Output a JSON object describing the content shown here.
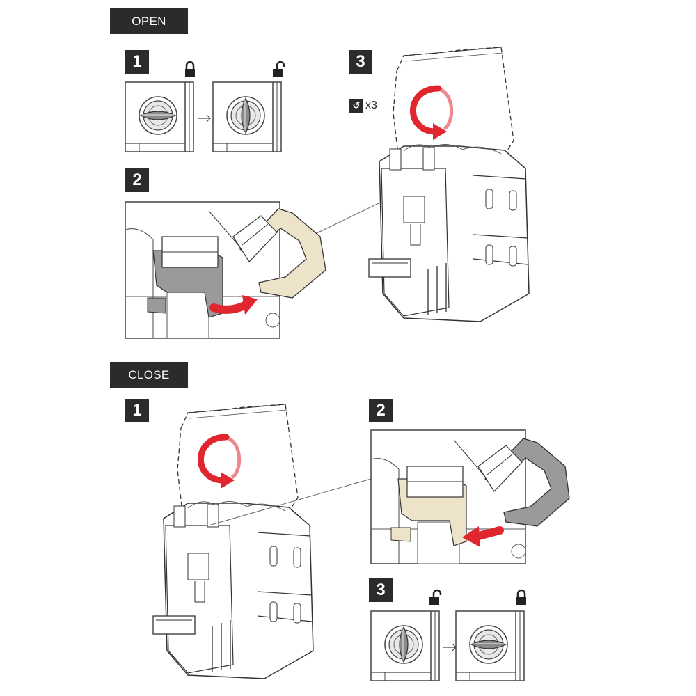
{
  "open": {
    "header": "OPEN",
    "steps": [
      {
        "number": "1",
        "lock_state": "locked → unlocked",
        "icon": "padlock-icon"
      },
      {
        "number": "2",
        "action": "slide buckle off hook",
        "icon": "buckle-icon"
      },
      {
        "number": "3",
        "action": "unroll top",
        "icon": "rotate-arrow-icon",
        "repeat": "x3"
      }
    ]
  },
  "close": {
    "header": "CLOSE",
    "steps": [
      {
        "number": "1",
        "action": "roll top",
        "icon": "rotate-arrow-icon"
      },
      {
        "number": "2",
        "action": "hook buckle",
        "icon": "buckle-icon"
      },
      {
        "number": "3",
        "lock_state": "unlocked → locked",
        "icon": "padlock-icon"
      }
    ]
  },
  "colors": {
    "badge": "#2b2b2b",
    "arrow_red": "#e0262e",
    "buckle_beige": "#ede3c8",
    "buckle_gray": "#9a9a9a",
    "line": "#333333"
  },
  "rotation_badge_glyph": "↺"
}
